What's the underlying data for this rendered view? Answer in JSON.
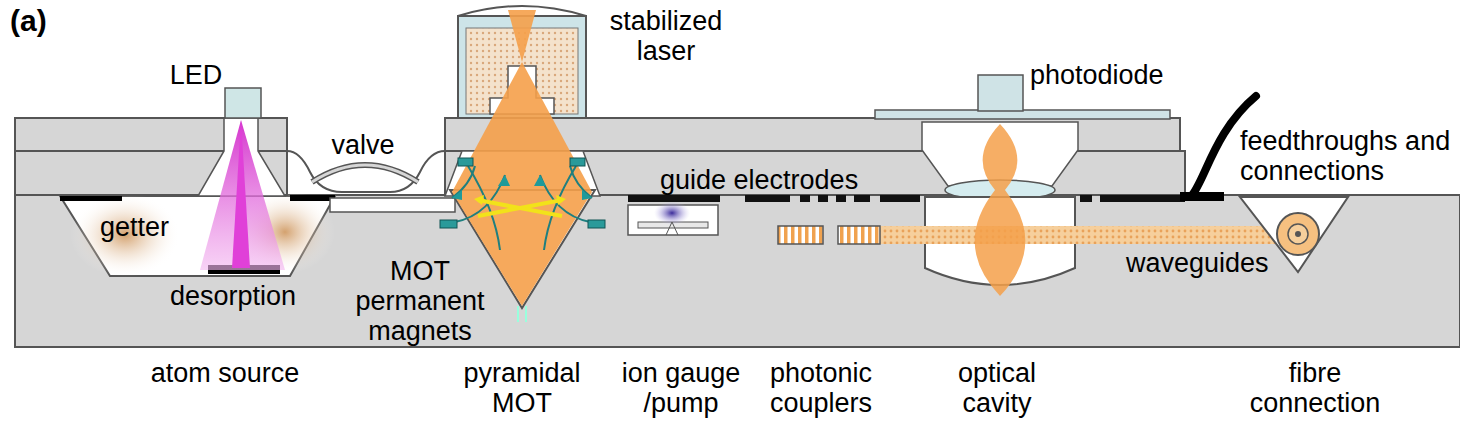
{
  "diagram": {
    "labels": [
      "(a)",
      "LED",
      "stabilized laser",
      "photodiode",
      "valve",
      "feedthroughs and connections",
      "guide electrodes",
      "getter",
      "MOT permanent magnets",
      "desorption",
      "waveguides",
      "atom source",
      "pyramidal MOT",
      "ion gauge /pump",
      "photonic couplers",
      "optical cavity",
      "fibre connection"
    ]
  }
}
